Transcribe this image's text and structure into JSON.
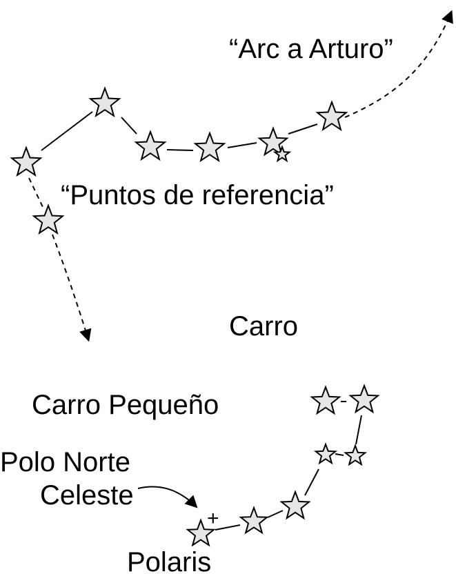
{
  "labels": {
    "arc_to_arcturus": "“Arc a Arturo”",
    "pointers": "“Puntos de referencia”",
    "big_dipper": "Carro",
    "little_dipper": "Carro Pequeño",
    "celestial_pole_line1": "Polo Norte",
    "celestial_pole_line2": "Celeste",
    "polaris": "Polaris",
    "pole_marker": "+"
  },
  "colors": {
    "star_fill": "#e6e6e6",
    "ink": "#000000",
    "background": "#ffffff"
  }
}
